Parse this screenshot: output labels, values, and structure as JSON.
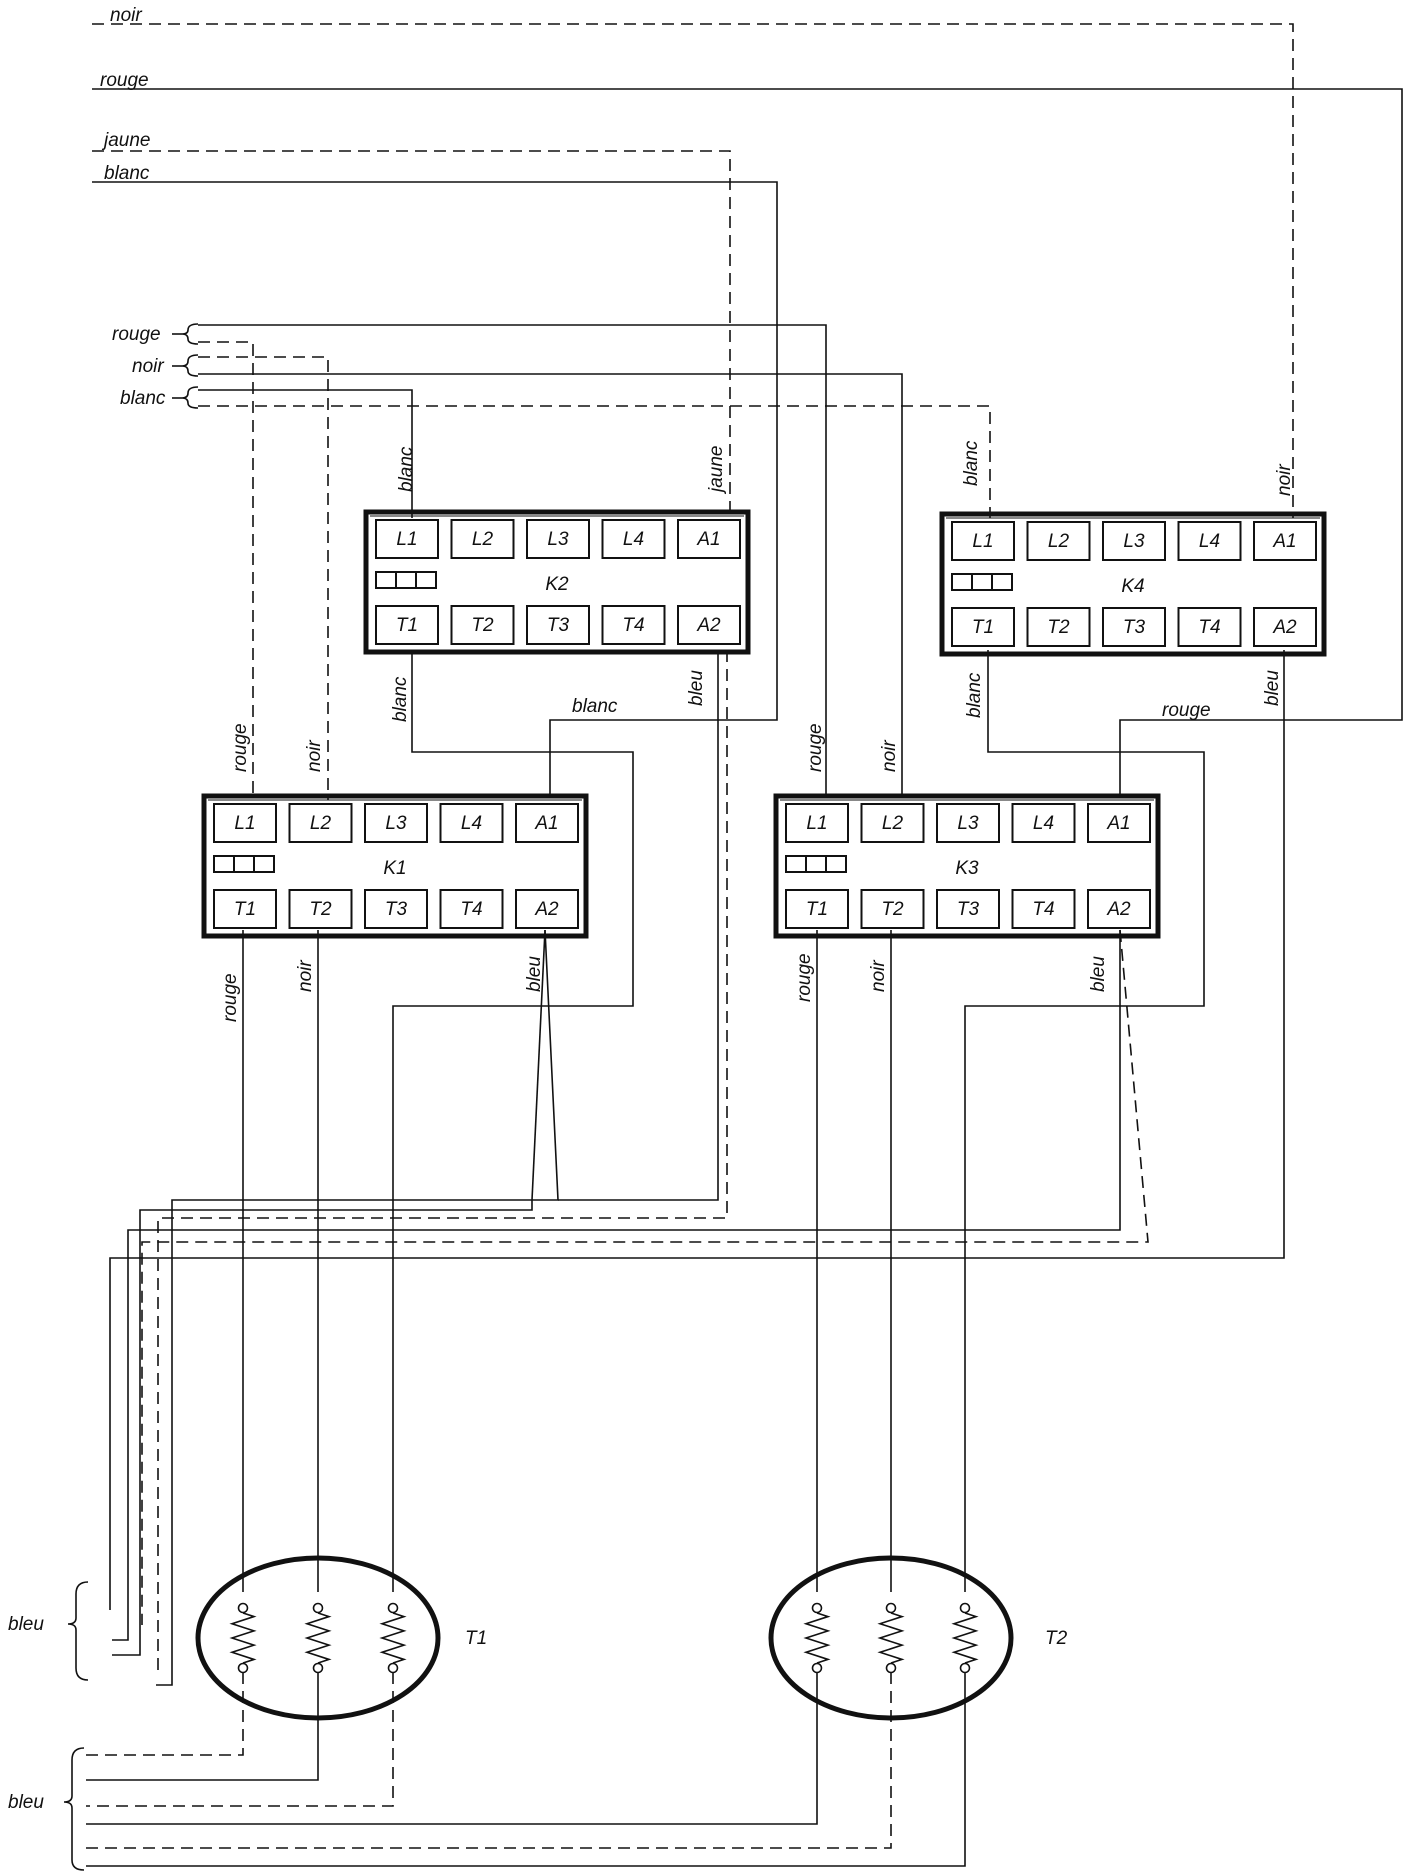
{
  "top_wires": [
    {
      "key": "w1",
      "label": "noir",
      "style": "dashed"
    },
    {
      "key": "w2",
      "label": "rouge",
      "style": "solid"
    },
    {
      "key": "w3",
      "label": "jaune",
      "style": "dashed"
    },
    {
      "key": "w4",
      "label": "blanc",
      "style": "solid"
    }
  ],
  "bracket_wires": [
    {
      "key": "b1",
      "label": "rouge"
    },
    {
      "key": "b2",
      "label": "noir"
    },
    {
      "key": "b3",
      "label": "blanc"
    }
  ],
  "contactors": [
    {
      "key": "k2",
      "name": "K2",
      "top": [
        "L1",
        "L2",
        "L3",
        "L4",
        "A1"
      ],
      "bottom": [
        "T1",
        "T2",
        "T3",
        "T4",
        "A2"
      ]
    },
    {
      "key": "k4",
      "name": "K4",
      "top": [
        "L1",
        "L2",
        "L3",
        "L4",
        "A1"
      ],
      "bottom": [
        "T1",
        "T2",
        "T3",
        "T4",
        "A2"
      ]
    },
    {
      "key": "k1",
      "name": "K1",
      "top": [
        "L1",
        "L2",
        "L3",
        "L4",
        "A1"
      ],
      "bottom": [
        "T1",
        "T2",
        "T3",
        "T4",
        "A2"
      ]
    },
    {
      "key": "k3",
      "name": "K3",
      "top": [
        "L1",
        "L2",
        "L3",
        "L4",
        "A1"
      ],
      "bottom": [
        "T1",
        "T2",
        "T3",
        "T4",
        "A2"
      ]
    }
  ],
  "wire_labels": {
    "k2_l1_in": "blanc",
    "k2_a1_in": "jaune",
    "k2_t1_out": "blanc",
    "k2_a2_out": "bleu",
    "k1_a1_in": "blanc",
    "k4_l1_in": "blanc",
    "k4_a1_in": "noir",
    "k4_t1_out": "blanc",
    "k4_a2_out": "bleu",
    "k3_a1_in": "rouge",
    "k1_l1_in": "rouge",
    "k1_l2_in": "noir",
    "k1_t1_out": "rouge",
    "k1_t2_out": "noir",
    "k1_a2_out": "bleu",
    "k3_l1_in": "rouge",
    "k3_l2_in": "noir",
    "k3_t1_out": "rouge",
    "k3_t2_out": "noir",
    "k3_a2_out": "bleu"
  },
  "transformers": [
    {
      "key": "t1",
      "name": "T1"
    },
    {
      "key": "t2",
      "name": "T2"
    }
  ],
  "bundles": {
    "bleu_upper": "bleu",
    "bleu_lower": "bleu"
  }
}
